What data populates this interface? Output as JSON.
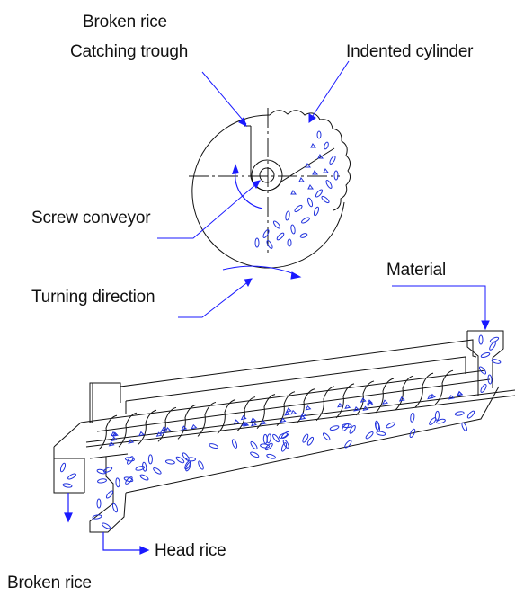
{
  "labels": {
    "broken_rice_top": "Broken rice",
    "catching_trough": "Catching trough",
    "indented_cylinder": "Indented cylinder",
    "screw_conveyor": "Screw conveyor",
    "turning_direction": "Turning direction",
    "material": "Material",
    "head_rice": "Head rice",
    "broken_rice_bottom": "Broken rice"
  },
  "colors": {
    "line": "#111111",
    "flow": "#1a1aff",
    "grain": "#2233dd"
  }
}
